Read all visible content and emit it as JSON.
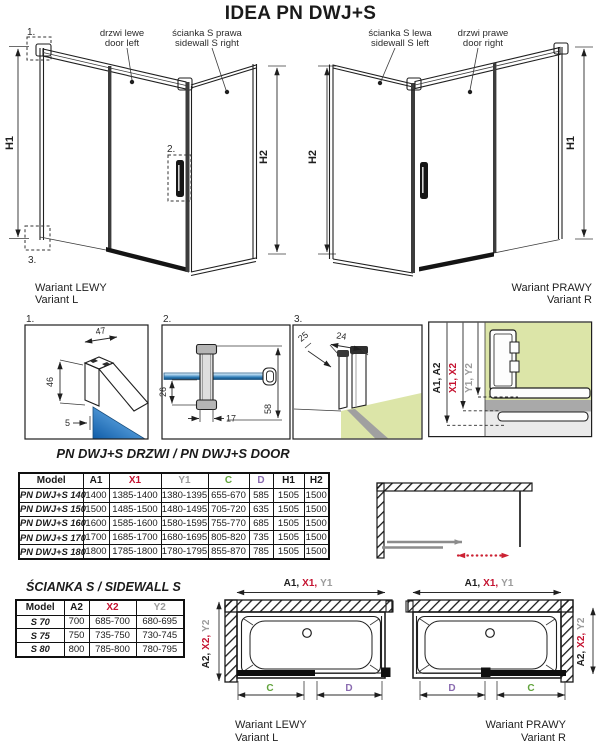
{
  "page_title": "IDEA PN DWJ+S",
  "colors": {
    "accent_red": "#c41230",
    "label_gray": "#9b9b9b",
    "accent_green": "#61a33c",
    "accent_purple": "#8a6bb0",
    "wall_green": "#dce5a8",
    "glass_blue": "#2d7dc0",
    "glass_gray": "#a9a9a9",
    "line_dark": "#1f1f1f"
  },
  "top_left_diagram": {
    "marker_1": "1.",
    "marker_2": "2.",
    "marker_3": "3.",
    "door_label_pl": "drzwi lewe",
    "door_label_en": "door left",
    "sidewall_label_pl": "ścianka S prawa",
    "sidewall_label_en": "sidewall S right",
    "dim_h1": "H1",
    "dim_h2": "H2",
    "caption_pl": "Wariant LEWY",
    "caption_en": "Variant L"
  },
  "top_right_diagram": {
    "sidewall_label_pl": "ścianka S lewa",
    "sidewall_label_en": "sidewall S left",
    "door_label_pl": "drzwi prawe",
    "door_label_en": "door right",
    "dim_h1": "H1",
    "dim_h2": "H2",
    "caption_pl": "Wariant PRAWY",
    "caption_en": "Variant R"
  },
  "detail_1": {
    "marker": "1.",
    "dim_width": "47",
    "dim_height": "46",
    "dim_glass": "5"
  },
  "detail_2": {
    "marker": "2.",
    "dim_offset": "26",
    "dim_grip": "17",
    "dim_handle": "58"
  },
  "detail_3": {
    "marker": "3.",
    "dim_depth": "25",
    "dim_width": "24"
  },
  "profile_detail": {
    "label_a": "A1, A2",
    "label_x": "X1, X2",
    "label_y": "Y1, Y2"
  },
  "door_table": {
    "title": "PN DWJ+S DRZWI / PN DWJ+S DOOR",
    "headers": [
      "Model",
      "A1",
      "X1",
      "Y1",
      "C",
      "D",
      "H1",
      "H2"
    ],
    "rows": [
      [
        "PN DWJ+S 140",
        "1400",
        "1385-1400",
        "1380-1395",
        "655-670",
        "585",
        "1505",
        "1500"
      ],
      [
        "PN DWJ+S 150",
        "1500",
        "1485-1500",
        "1480-1495",
        "705-720",
        "635",
        "1505",
        "1500"
      ],
      [
        "PN DWJ+S 160",
        "1600",
        "1585-1600",
        "1580-1595",
        "755-770",
        "685",
        "1505",
        "1500"
      ],
      [
        "PN DWJ+S 170",
        "1700",
        "1685-1700",
        "1680-1695",
        "805-820",
        "735",
        "1505",
        "1500"
      ],
      [
        "PN DWJ+S 180",
        "1800",
        "1785-1800",
        "1780-1795",
        "855-870",
        "785",
        "1505",
        "1500"
      ]
    ]
  },
  "sidewall_table": {
    "title": "ŚCIANKA S / SIDEWALL S",
    "headers": [
      "Model",
      "A2",
      "X2",
      "Y2"
    ],
    "rows": [
      [
        "S 70",
        "700",
        "685-700",
        "680-695"
      ],
      [
        "S 75",
        "750",
        "735-750",
        "730-745"
      ],
      [
        "S 80",
        "800",
        "785-800",
        "780-795"
      ]
    ]
  },
  "bottom_left_diagram": {
    "dim_a1": "A1,",
    "dim_x1": "X1,",
    "dim_y1": "Y1",
    "dim_a2": "A2,",
    "dim_x2": "X2,",
    "dim_y2": "Y2",
    "dim_c": "C",
    "dim_d": "D",
    "caption_pl": "Wariant LEWY",
    "caption_en": "Variant L"
  },
  "bottom_right_diagram": {
    "dim_a1": "A1,",
    "dim_x1": "X1,",
    "dim_y1": "Y1",
    "dim_a2": "A2,",
    "dim_x2": "X2,",
    "dim_y2": "Y2",
    "dim_c": "C",
    "dim_d": "D",
    "caption_pl": "Wariant PRAWY",
    "caption_en": "Variant R"
  }
}
